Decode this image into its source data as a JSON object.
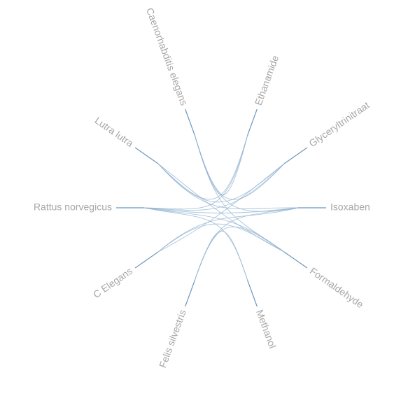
{
  "diagram": {
    "type": "hierarchical-edge-bundling",
    "colors": {
      "link": "#8fb0cf",
      "spoke": "#6b97bd",
      "label": "#a7a7a7"
    },
    "nodes": [
      {
        "id": "ethanamide",
        "label": "Ethanamide",
        "group": "chemical"
      },
      {
        "id": "glyceryltrinitraat",
        "label": "Glyceryltrinitraat",
        "group": "chemical"
      },
      {
        "id": "isoxaben",
        "label": "Isoxaben",
        "group": "chemical"
      },
      {
        "id": "formaldehyde",
        "label": "Formaldehyde",
        "group": "chemical"
      },
      {
        "id": "methanol",
        "label": "Methanol",
        "group": "chemical"
      },
      {
        "id": "felis-silvestris",
        "label": "Felis silvestris",
        "group": "organism"
      },
      {
        "id": "c-elegans",
        "label": "C Elegans",
        "group": "organism"
      },
      {
        "id": "rattus-norvegicus",
        "label": "Rattus norvegicus",
        "group": "organism"
      },
      {
        "id": "lutra-lutra",
        "label": "Lutra lutra",
        "group": "organism"
      },
      {
        "id": "caenorhabditis-elegans",
        "label": "Caenorhabditis elegans",
        "group": "organism"
      }
    ],
    "links": [
      [
        "caenorhabditis-elegans",
        "ethanamide"
      ],
      [
        "caenorhabditis-elegans",
        "glyceryltrinitraat"
      ],
      [
        "caenorhabditis-elegans",
        "isoxaben"
      ],
      [
        "caenorhabditis-elegans",
        "formaldehyde"
      ],
      [
        "lutra-lutra",
        "ethanamide"
      ],
      [
        "lutra-lutra",
        "glyceryltrinitraat"
      ],
      [
        "lutra-lutra",
        "isoxaben"
      ],
      [
        "lutra-lutra",
        "formaldehyde"
      ],
      [
        "rattus-norvegicus",
        "ethanamide"
      ],
      [
        "rattus-norvegicus",
        "glyceryltrinitraat"
      ],
      [
        "rattus-norvegicus",
        "isoxaben"
      ],
      [
        "rattus-norvegicus",
        "formaldehyde"
      ],
      [
        "rattus-norvegicus",
        "methanol"
      ],
      [
        "c-elegans",
        "glyceryltrinitraat"
      ],
      [
        "c-elegans",
        "isoxaben"
      ],
      [
        "c-elegans",
        "formaldehyde"
      ],
      [
        "felis-silvestris",
        "isoxaben"
      ],
      [
        "felis-silvestris",
        "formaldehyde"
      ],
      [
        "felis-silvestris",
        "methanol"
      ]
    ]
  }
}
